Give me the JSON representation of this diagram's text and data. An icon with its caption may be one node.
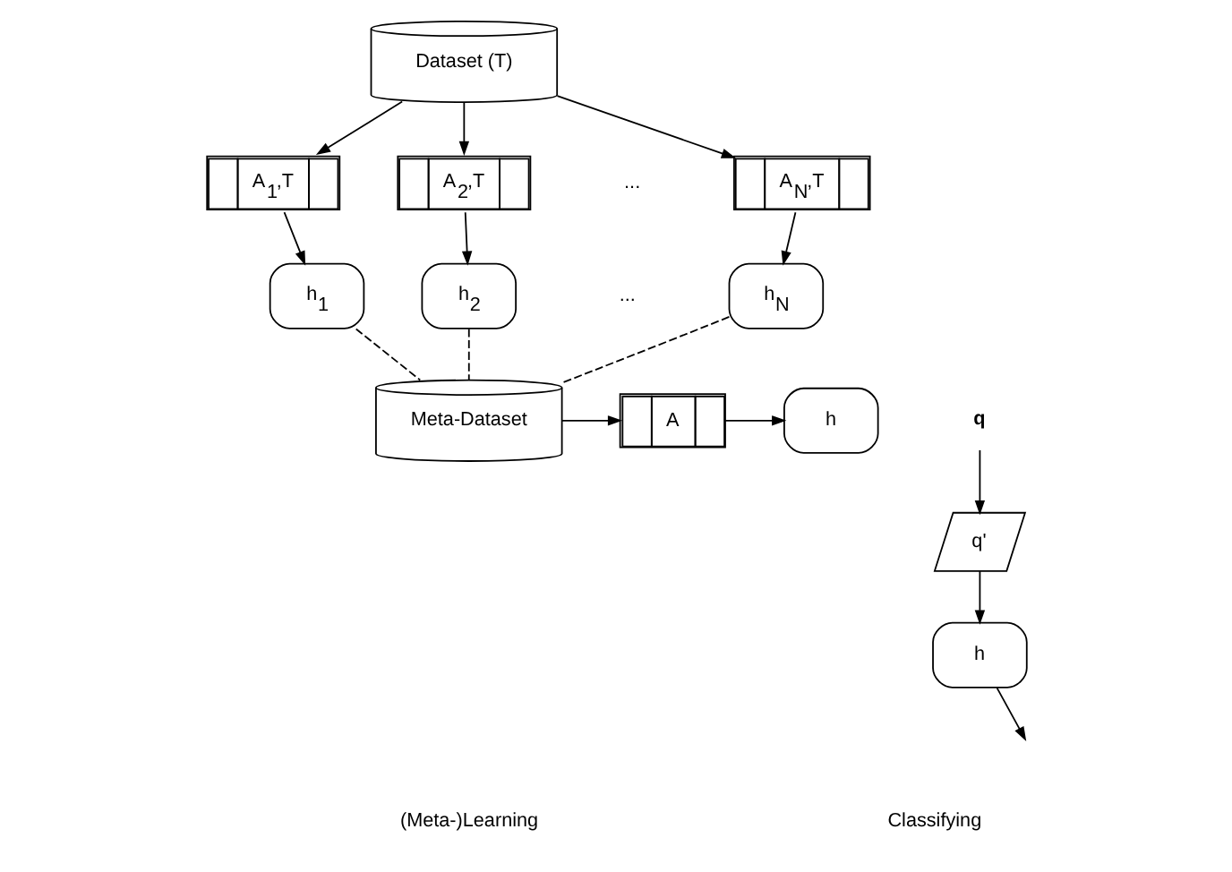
{
  "diagram": {
    "nodes": [
      {
        "text": [
          "Dataset (T)"
        ]
      },
      {
        "text": [
          "A$_{1}$,T"
        ]
      },
      {
        "text": [
          "A$_{2}$,T"
        ]
      },
      {
        "text": [
          "A$_{N}$,T"
        ]
      },
      {
        "text": [
          "h$_{1}$"
        ]
      },
      {
        "text": [
          "h$_{2}$"
        ]
      },
      {
        "text": [
          "h$_{N}$"
        ]
      },
      {
        "text": [
          "Meta-Dataset"
        ]
      },
      {
        "text": [
          "A"
        ]
      },
      {
        "text": [
          "h"
        ]
      },
      {
        "text": [
          "q"
        ]
      },
      {
        "text": [
          "q'"
        ]
      },
      {
        "text": [
          "h"
        ]
      }
    ],
    "edges": [
      {
        "from": 0,
        "to": 1,
        "arrow": "to"
      },
      {
        "from": 0,
        "to": 2,
        "arrow": "to"
      },
      {
        "from": 0,
        "to": 3,
        "arrow": "to"
      },
      {
        "from": 1,
        "to": 4,
        "arrow": "to"
      },
      {
        "from": 2,
        "to": 5,
        "arrow": "to"
      },
      {
        "from": 3,
        "to": 6,
        "arrow": "to"
      },
      {
        "from": 4,
        "to": 7,
        "arrow": "none",
        "style": "dashed"
      },
      {
        "from": 5,
        "to": 7,
        "arrow": "none",
        "style": "dashed"
      },
      {
        "from": 6,
        "to": 7,
        "arrow": "none",
        "style": "dashed"
      },
      {
        "from": 7,
        "to": 8,
        "arrow": "to"
      },
      {
        "from": 8,
        "to": 9,
        "arrow": "to"
      },
      {
        "from": 10,
        "to": 11,
        "arrow": "to"
      },
      {
        "from": 11,
        "to": 12,
        "arrow": "to"
      },
      {
        "from": 12,
        "to": null,
        "arrow": "to"
      }
    ],
    "labels": [
      "...",
      "...",
      "(Meta-)Learning",
      "Classifying"
    ]
  }
}
